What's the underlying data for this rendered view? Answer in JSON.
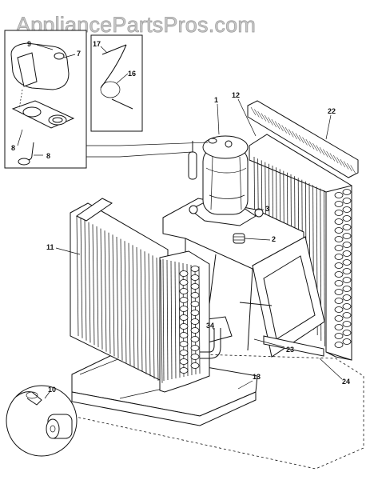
{
  "watermark": "AppliancePartsPros.com",
  "callouts": [
    {
      "id": "c9",
      "text": "9"
    },
    {
      "id": "c7",
      "text": "7"
    },
    {
      "id": "c17",
      "text": "17"
    },
    {
      "id": "c16",
      "text": "16"
    },
    {
      "id": "c8a",
      "text": "8"
    },
    {
      "id": "c8b",
      "text": "8"
    },
    {
      "id": "c1",
      "text": "1"
    },
    {
      "id": "c12",
      "text": "12"
    },
    {
      "id": "c22",
      "text": "22"
    },
    {
      "id": "c3",
      "text": "3"
    },
    {
      "id": "c2",
      "text": "2"
    },
    {
      "id": "c11",
      "text": "11"
    },
    {
      "id": "c34",
      "text": "34"
    },
    {
      "id": "c23",
      "text": "23"
    },
    {
      "id": "c24",
      "text": "24"
    },
    {
      "id": "c13",
      "text": "13"
    },
    {
      "id": "c10",
      "text": "10"
    }
  ]
}
